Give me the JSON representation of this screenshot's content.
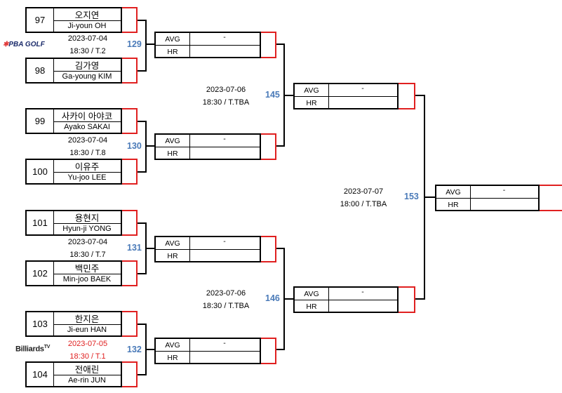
{
  "logos": {
    "top_left": "PBA GOLF",
    "bottom_left": "Billiards",
    "bottom_left_sup": "TV"
  },
  "players": [
    {
      "seed": "97",
      "name_kr": "오지연",
      "name_en": "Ji-youn OH"
    },
    {
      "seed": "98",
      "name_kr": "김가영",
      "name_en": "Ga-young KIM"
    },
    {
      "seed": "99",
      "name_kr": "사카이 아야코",
      "name_en": "Ayako SAKAI"
    },
    {
      "seed": "100",
      "name_kr": "이유주",
      "name_en": "Yu-joo LEE"
    },
    {
      "seed": "101",
      "name_kr": "용현지",
      "name_en": "Hyun-ji YONG"
    },
    {
      "seed": "102",
      "name_kr": "백민주",
      "name_en": "Min-joo BAEK"
    },
    {
      "seed": "103",
      "name_kr": "한지은",
      "name_en": "Ji-eun HAN"
    },
    {
      "seed": "104",
      "name_kr": "전애린",
      "name_en": "Ae-rin JUN"
    }
  ],
  "round1": [
    {
      "match": "129",
      "date": "2023-07-04",
      "time": "18:30 / T.2",
      "avg_label": "AVG",
      "avg_value": "-",
      "hr_label": "HR",
      "hr_value": ""
    },
    {
      "match": "130",
      "date": "2023-07-04",
      "time": "18:30 / T.8",
      "avg_label": "AVG",
      "avg_value": "-",
      "hr_label": "HR",
      "hr_value": ""
    },
    {
      "match": "131",
      "date": "2023-07-04",
      "time": "18:30 / T.7",
      "avg_label": "AVG",
      "avg_value": "-",
      "hr_label": "HR",
      "hr_value": ""
    },
    {
      "match": "132",
      "date": "2023-07-05",
      "time": "18:30 / T.1",
      "avg_label": "AVG",
      "avg_value": "-",
      "hr_label": "HR",
      "hr_value": "",
      "highlight_color": "#e02020"
    }
  ],
  "round2": [
    {
      "match": "145",
      "date": "2023-07-06",
      "time": "18:30 / T.TBA",
      "avg_label": "AVG",
      "avg_value": "-",
      "hr_label": "HR",
      "hr_value": ""
    },
    {
      "match": "146",
      "date": "2023-07-06",
      "time": "18:30 / T.TBA",
      "avg_label": "AVG",
      "avg_value": "-",
      "hr_label": "HR",
      "hr_value": ""
    }
  ],
  "round3": [
    {
      "match": "153",
      "date": "2023-07-07",
      "time": "18:00 / T.TBA",
      "avg_label": "AVG",
      "avg_value": "-",
      "hr_label": "HR",
      "hr_value": ""
    }
  ],
  "colors": {
    "match_number": "#4a7ab8",
    "advance_box_border": "#e02020",
    "bracket_line": "#000000"
  }
}
